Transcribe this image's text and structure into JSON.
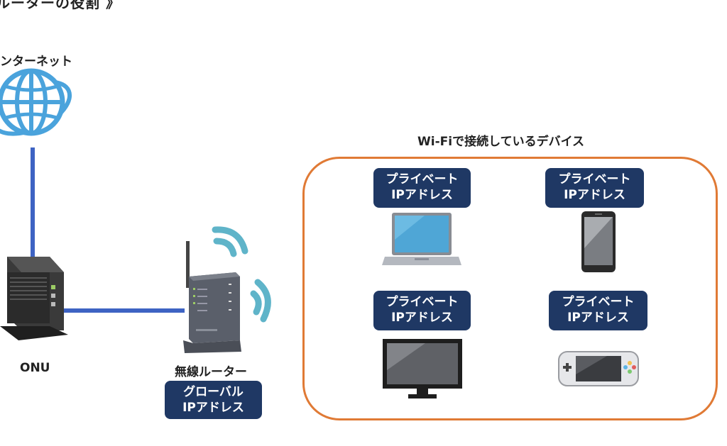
{
  "title": "ルーターの役割 》",
  "internet": {
    "label": "ンターネット",
    "icon": "globe-icon"
  },
  "onu": {
    "label": "ONU",
    "icon": "onu-device-icon"
  },
  "router": {
    "label": "無線ルーター",
    "icon": "wireless-router-icon",
    "badge_line1": "グローバル",
    "badge_line2": "IPアドレス"
  },
  "wifi_group": {
    "label": "Wi-Fiで接続しているデバイス",
    "border_color": "#e07a35",
    "devices": [
      {
        "icon": "laptop-icon",
        "badge_line1": "プライベート",
        "badge_line2": "IPアドレス"
      },
      {
        "icon": "smartphone-icon",
        "badge_line1": "プライベート",
        "badge_line2": "IPアドレス"
      },
      {
        "icon": "television-icon",
        "badge_line1": "プライベート",
        "badge_line2": "IPアドレス"
      },
      {
        "icon": "handheld-game-console-icon",
        "badge_line1": "プライベート",
        "badge_line2": "IPアドレス"
      }
    ]
  },
  "colors": {
    "badge_bg": "#1f3864",
    "connector": "#3e63c3",
    "wifi_waves": "#5fb4c9"
  }
}
